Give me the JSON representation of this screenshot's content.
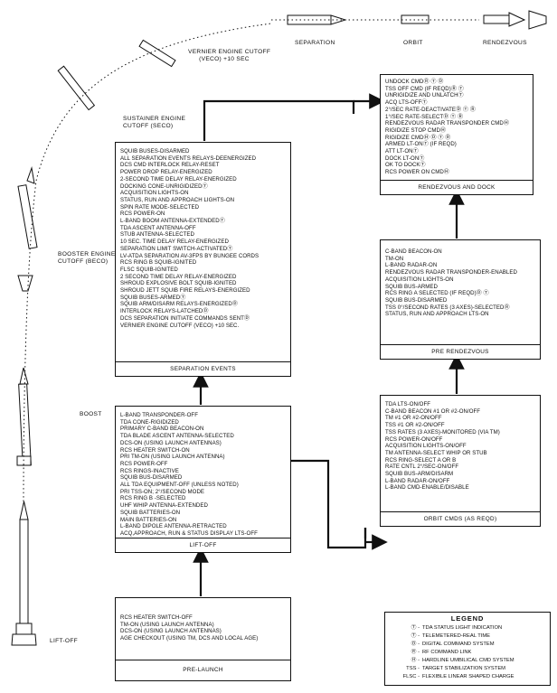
{
  "diagram": {
    "trajectory_labels": {
      "vernier_cutoff": "VERNIER ENGINE CUTOFF",
      "vernier_cutoff_2": "(VECO) +10 SEC",
      "sustainer_cutoff": "SUSTAINER ENGINE",
      "sustainer_cutoff_2": "CUTOFF (SECO)",
      "booster_cutoff": "BOOSTER ENGINE",
      "booster_cutoff_2": "CUTOFF (BECO)",
      "boost": "BOOST",
      "liftoff": "LIFT-OFF",
      "separation": "SEPARATION",
      "orbit": "ORBIT",
      "rendezvous": "RENDEZVOUS"
    },
    "boxes": {
      "separation": {
        "caption": "SEPARATION EVENTS",
        "lines": [
          "SQUIB BUSES-DISARMED",
          "ALL SEPARATION EVENTS RELAYS-DEENERGIZED",
          "DCS CMD INTERLOCK RELAY-RESET",
          "POWER DROP RELAY-ENERGIZED",
          "2-SECOND TIME DELAY RELAY-ENERGIZED",
          "DOCKING CONE-UNRIGIDIZEDⓉ",
          "ACQUISITION LIGHTS-ON",
          "STATUS, RUN AND APPROACH LIGHTS-ON",
          "SPIN RATE MODE-SELECTED",
          "RCS POWER-ON",
          "L-BAND BOOM ANTENNA-EXTENDEDⓉ",
          "TDA ASCENT ANTENNA-OFF",
          "STUB ANTENNA-SELECTED",
          "10 SEC. TIME DELAY RELAY-ENERGIZED",
          "SEPARATION LIMIT SWITCH-ACTIVATEDⓉ",
          "LV-ATDA SEPARATION AV-3FPS BY BUNGEE CORDS",
          "RCS RING B SQUIB-IGNITED",
          "FLSC SQUIB-IGNITED",
          "2 SECOND TIME DELAY RELAY-ENERGIZED",
          "SHROUD EXPLOSIVE BOLT SQUIB-IGNITED",
          "SHROUD JETT SQUIB FIRE RELAYS-ENERGIZED",
          "SQUIB BUSES-ARMEDⓉ",
          "SQUIB ARM/DISARM RELAYS-ENERGIZEDⒹ",
          "INTERLOCK RELAYS-LATCHEDⒹ",
          "DCS SEPARATION INITIATE COMMANDS SENTⒹ",
          "VERNIER ENGINE CUTOFF (VECO) +10 SEC."
        ]
      },
      "liftoff": {
        "caption": "LIFT-OFF",
        "lines": [
          "L-BAND TRANSPONDER-OFF",
          "TDA CONE-RIGIDIZED",
          "PRIMARY C-BAND BEACON-ON",
          "TDA BLADE ASCENT ANTENNA-SELECTED",
          "DCS-ON (USING LAUNCH ANTENNAS)",
          "RCS HEATER SWITCH-ON",
          "PRI TM-ON (USING LAUNCH ANTENNA)",
          "RCS POWER-OFF",
          "RCS RINGS-INACTIVE",
          "SQUIB BUS-DISARMED",
          "ALL TDA EQUIPMENT-OFF (UNLESS NOTED)",
          "PRI TSS-ON; 2°/SECOND MODE",
          "RCS RING  B  -SELECTED",
          "UHF WHIP ANTENNA-EXTENDED",
          "SQUIB BATTERIES-ON",
          "MAIN BATTERIES-ON",
          "L-BAND DIPOLE ANTENNA-RETRACTED",
          "ACQ,APPROACH, RUN & STATUS DISPLAY LTS-OFF"
        ]
      },
      "prelaunch": {
        "caption": "PRE-LAUNCH",
        "lines": [
          "RCS HEATER SWITCH-OFF",
          "TM-ON (USING LAUNCH ANTENNA)",
          "DCS-ON (USING LAUNCH ANTENNAS)",
          "AGE CHECKOUT (USING TM, DCS AND LOCAL AGE)"
        ]
      },
      "rendezvous_dock": {
        "caption": "RENDEZVOUS AND DOCK",
        "lines": [
          "UNDOCK CMDⓇ Ⓣ Ⓓ",
          "TSS OFF CMD (IF REQD)Ⓡ Ⓣ",
          "UNRIGIDIZE AND UNLATCHⓉ",
          "ACQ LTS-OFFⓉ",
          "2°/SEC RATE-DEACTIVATEⒹ Ⓣ Ⓡ",
          "1°/SEC RATE-SELECTⒹ Ⓣ Ⓡ",
          "RENDEZVOUS RADAR TRANSPONDER CMDⒽ",
          "RIGIDIZE STOP CMDⒽ",
          "RIGIDIZE CMDⒽ Ⓓ Ⓣ Ⓡ",
          "ARMED LT-ONⓉ (IF REQD)",
          "ATT LT-ONⓉ",
          "DOCK LT-ONⓉ",
          "OK TO DOCKⓉ",
          "RCS POWER ON CMDⒽ"
        ]
      },
      "pre_rendezvous": {
        "caption": "PRE RENDEZVOUS",
        "lines": [
          "C-BAND BEACON-ON",
          "TM-ON",
          "L-BAND RADAR-ON",
          "RENDEZVOUS RADAR TRANSPONDER-ENABLED",
          "ACQUISITION LIGHTS-ON",
          "SQUIB BUS-ARMED",
          "RCS RING  A  SELECTED (IF REQD)Ⓓ Ⓣ",
          "SQUIB BUS-DISARMED",
          "TSS 0°/SECOND RATES (3 AXES)-SELECTEDⓇ",
          "STATUS, RUN AND APPROACH LTS-ON"
        ]
      },
      "orbit_cmds": {
        "caption": "ORBIT CMDS (AS REQD)",
        "lines": [
          "TDA LTS-ON/OFF",
          "C-BAND BEACON #1 OR #2-ON/OFF",
          "TM #1 OR #2-ON/OFF",
          "TSS #1 OR #2-ON/OFF",
          "TSS RATES (3 AXES)-MONITORED (VIA TM)",
          "RCS POWER-ON/OFF",
          "ACQUISITION LIGHTS-ON/OFF",
          "TM ANTENNA-SELECT WHIP OR STUB",
          "RCS RING-SELECT A  OR  B",
          "RATE CNTL 2°/SEC-ON/OFF",
          "SQUIB BUS-ARM/DISARM",
          "L-BAND RADAR-ON/OFF",
          "L-BAND CMD-ENABLE/DISABLE"
        ]
      }
    },
    "legend": {
      "title": "LEGEND",
      "items": [
        {
          "symbol": "Ⓣ -",
          "text": "TDA STATUS LIGHT INDICATION"
        },
        {
          "symbol": "Ⓣ -",
          "text": "TELEMETERED-REAL TIME"
        },
        {
          "symbol": "Ⓓ -",
          "text": "DIGITAL COMMAND SYSTEM"
        },
        {
          "symbol": "Ⓡ -",
          "text": "RF COMMAND LINK"
        },
        {
          "symbol": "Ⓗ -",
          "text": "HARDLINE UMBILICAL CMD SYSTEM"
        },
        {
          "symbol": "TSS -",
          "text": "TARGET STABILIZATION SYSTEM"
        },
        {
          "symbol": "FLSC -",
          "text": "FLEXIBLE LINEAR SHAPED CHARGE"
        }
      ]
    }
  }
}
